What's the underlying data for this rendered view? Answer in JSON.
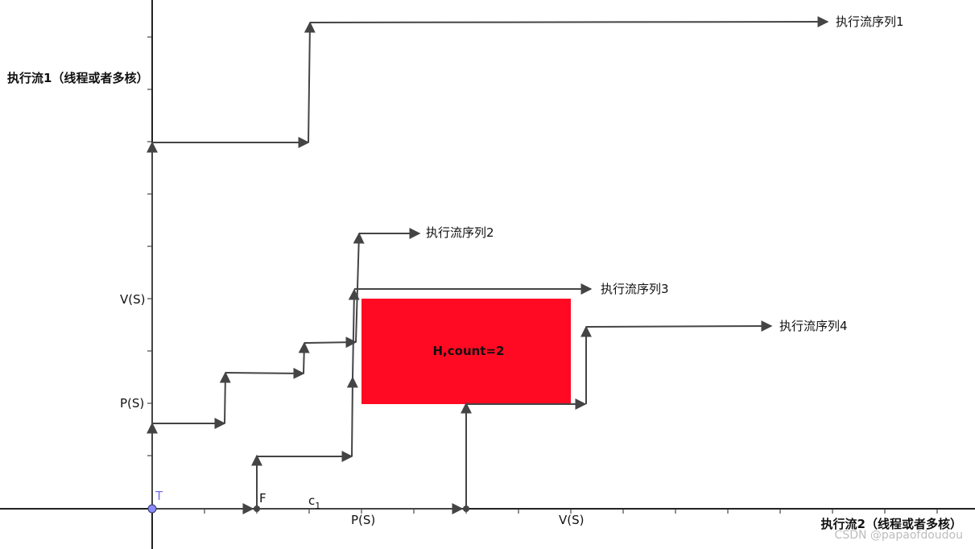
{
  "axes": {
    "y_axis_label": "执行流1（线程或者多核）",
    "x_axis_label": "执行流2（线程或者多核）",
    "y_ticks": [
      "V(S)",
      "P(S)"
    ],
    "x_ticks": [
      "P(S)",
      "V(S)"
    ]
  },
  "points": {
    "origin": "T",
    "f_point": "F",
    "c_label": "c",
    "c_sub": "1"
  },
  "region": {
    "label": "H,count=2",
    "color": "#ff0a22"
  },
  "sequences": [
    "执行流序列1",
    "执行流序列2",
    "执行流序列3",
    "执行流序列4"
  ],
  "watermark": "CSDN @papaofdoudou"
}
